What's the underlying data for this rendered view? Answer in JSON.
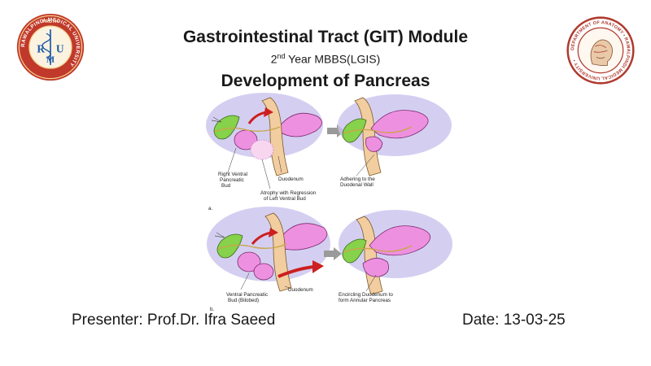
{
  "header": {
    "title": "Gastrointestinal Tract (GIT) Module",
    "subtitle_prefix": "2",
    "subtitle_sup": "nd",
    "subtitle_rest": " Year MBBS(LGIS)",
    "topic": "Development of Pancreas"
  },
  "logos": {
    "left": {
      "top_text": "TRUTH",
      "ring_text": "RAWALPINDI MEDICAL UNIVERSITY",
      "monogram": [
        "R",
        "M",
        "U"
      ]
    },
    "right": {
      "ring_text": "DEPARTMENT OF ANATOMY • RAWALPINDI MEDICAL UNIVERSITY •"
    }
  },
  "diagram": {
    "panel_a": {
      "letter": "a.",
      "labels": {
        "right_ventral_bud": [
          "Right Ventral",
          "Pancreatic",
          "Bud"
        ],
        "duodenum": "Duodenum",
        "atrophy": [
          "Atrophy with Regression",
          "of Left Ventral Bud"
        ],
        "adhering": [
          "Adhering to the",
          "Duodenal Wall"
        ]
      }
    },
    "panel_b": {
      "letter": "b.",
      "labels": {
        "ventral_bud": [
          "Ventral Pancreatic",
          "Bud  (Bilobed)"
        ],
        "duodenum": "Duodenum",
        "encircling": [
          "Encircling Duodenum to",
          "form Annular Pancreas"
        ]
      }
    },
    "colors": {
      "halo": "#c9c3ee",
      "duodenum": "#f2cda0",
      "pancreas": "#ee90e0",
      "gallbladder": "#86d24a",
      "arrow_red": "#cc1f1f",
      "arrow_gray": "#9a9a9a"
    }
  },
  "footer": {
    "presenter": "Presenter: Prof.Dr. Ifra Saeed",
    "date": "Date: 13-03-25"
  }
}
